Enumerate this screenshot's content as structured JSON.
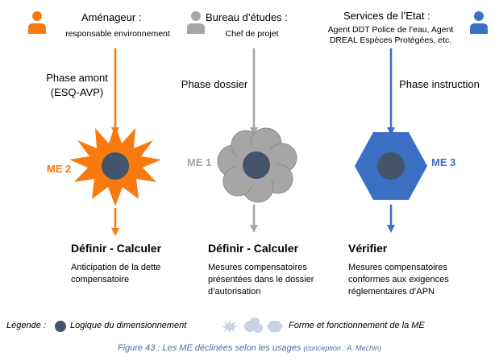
{
  "colors": {
    "orange": "#F97A0E",
    "grey": "#A6A6A6",
    "blue": "#3A6FC4",
    "dark_node": "#44546A",
    "caption": "#4A6FA5"
  },
  "columns": [
    {
      "id": "amenageur",
      "icon": "person-icon",
      "role_title": "Aménageur :",
      "role_sub": [
        "responsable environnement"
      ],
      "phase": [
        "Phase amont",
        "(ESQ-AVP)"
      ],
      "me_label": "ME 2",
      "shape": "starburst",
      "action": "Définir - Calculer",
      "description": [
        "Anticipation de la dette",
        "compensatoire"
      ]
    },
    {
      "id": "bureau",
      "icon": "person-icon",
      "role_title": "Bureau d’études :",
      "role_sub": [
        "Chef de projet"
      ],
      "phase": [
        "Phase dossier"
      ],
      "me_label": "ME 1",
      "shape": "cloud",
      "action": "Définir - Calculer",
      "description": [
        "Mesures compensatoires",
        "présentées dans le dossier",
        "d’autorisation"
      ]
    },
    {
      "id": "etat",
      "icon": "person-icon",
      "role_title": "Services de l’Etat :",
      "role_sub": [
        "Agent DDT Police de l’eau, Agent",
        "DREAL Espèces Protégées, etc."
      ],
      "phase": [
        "Phase instruction"
      ],
      "me_label": "ME 3",
      "shape": "hexagon",
      "action": "Vérifier",
      "description": [
        "Mesures compensatoires",
        "conformes aux exigences",
        "réglementaires d’APN"
      ]
    }
  ],
  "legend": {
    "label": "Légende :",
    "item1": "Logique du dimensionnement",
    "item2": "Forme et fonctionnement de la ME"
  },
  "caption": {
    "main": "Figure 43 : Les ME déclinées selon les usages",
    "credit": "(conception : A. Mechin)"
  }
}
